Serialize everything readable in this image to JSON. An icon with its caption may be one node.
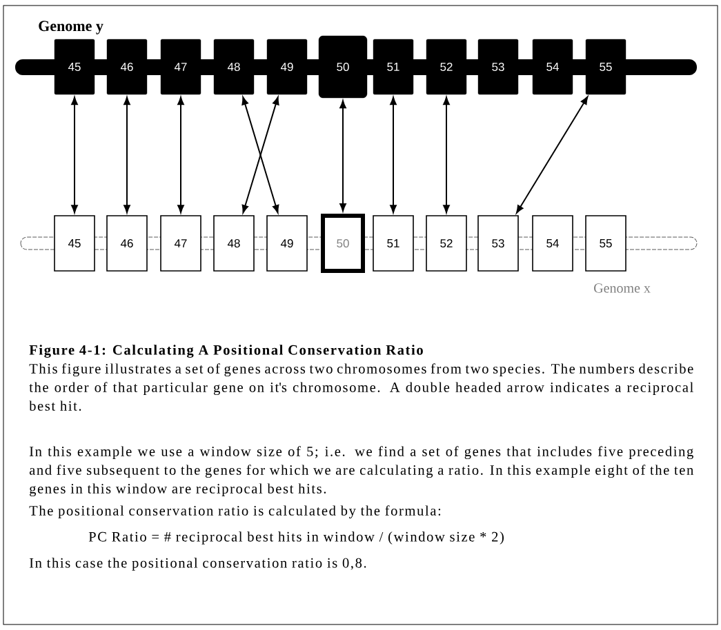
{
  "diagram": {
    "caption": "Figure 4-1: Calculating A Positional Conservation Ratio",
    "nodes": [
      {
        "text": [
          "45"
        ]
      },
      {
        "text": [
          "46"
        ]
      },
      {
        "text": [
          "47"
        ]
      },
      {
        "text": [
          "48"
        ]
      },
      {
        "text": [
          "49"
        ]
      },
      {
        "text": [
          "50"
        ]
      },
      {
        "text": [
          "51"
        ]
      },
      {
        "text": [
          "52"
        ]
      },
      {
        "text": [
          "53"
        ]
      },
      {
        "text": [
          "54"
        ]
      },
      {
        "text": [
          "55"
        ]
      },
      {
        "text": [
          "45"
        ]
      },
      {
        "text": [
          "46"
        ]
      },
      {
        "text": [
          "47"
        ]
      },
      {
        "text": [
          "48"
        ]
      },
      {
        "text": [
          "49"
        ]
      },
      {
        "text": [
          "50"
        ]
      },
      {
        "text": [
          "51"
        ]
      },
      {
        "text": [
          "52"
        ]
      },
      {
        "text": [
          "53"
        ]
      },
      {
        "text": [
          "54"
        ]
      },
      {
        "text": [
          "55"
        ]
      },
      {
        "text": [],
        "shape": "bar"
      },
      {
        "text": [],
        "shape": "bar"
      }
    ],
    "edges": [
      {
        "from": 0,
        "to": 11,
        "arrow": "both"
      },
      {
        "from": 1,
        "to": 12,
        "arrow": "both"
      },
      {
        "from": 2,
        "to": 13,
        "arrow": "both"
      },
      {
        "from": 3,
        "to": 15,
        "arrow": "both"
      },
      {
        "from": 4,
        "to": 14,
        "arrow": "both"
      },
      {
        "from": 5,
        "to": 16,
        "arrow": "both"
      },
      {
        "from": 6,
        "to": 17,
        "arrow": "both"
      },
      {
        "from": 7,
        "to": 18,
        "arrow": "both"
      },
      {
        "from": 10,
        "to": 19,
        "arrow": "both"
      }
    ],
    "labels": [
      "Genome y",
      "Genome x",
      "This figure illustrates a set of genes across two chromosomes from two species. The numbers describe the order of that particular gene on it's chromosome. A double headed arrow indicates a reciprocal best hit.",
      "In this example we use a window size of 5; i.e. we find a set of genes that includes five preceding and five subsequent to the genes for which we are calculating a ratio. In this example eight of the ten genes in this window are reciprocal best hits.",
      "The positional conservation ratio is calculated by the formula:",
      "PC Ratio = # reciprocal best hits in window / (window size * 2)",
      "In this case the positional conservation ratio is 0,8."
    ]
  }
}
